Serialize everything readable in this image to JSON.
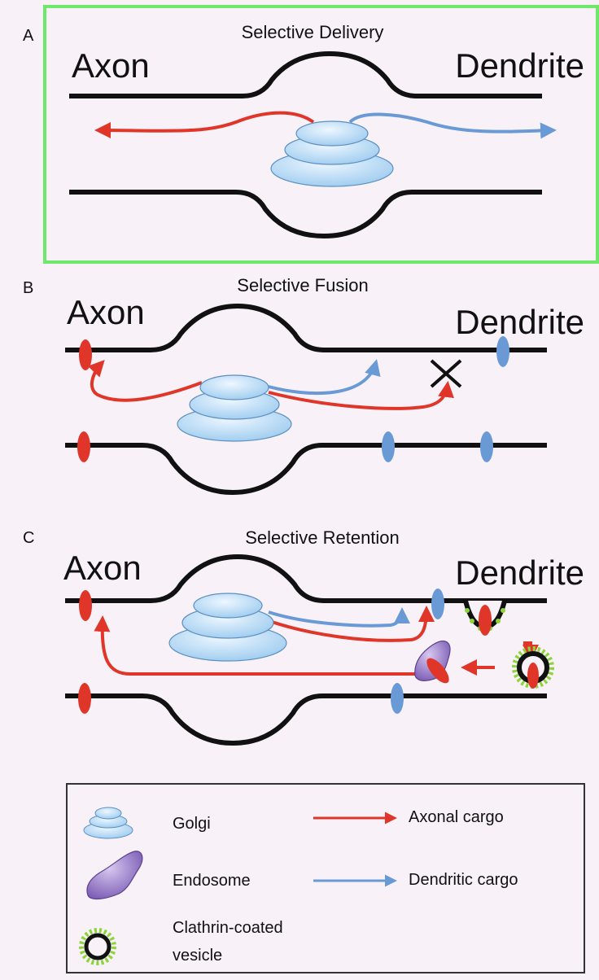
{
  "panels": [
    {
      "letter": "A",
      "title": "Selective Delivery",
      "left_label": "Axon",
      "right_label": "Dendrite"
    },
    {
      "letter": "B",
      "title": "Selective Fusion",
      "left_label": "Axon",
      "right_label": "Dendrite"
    },
    {
      "letter": "C",
      "title": "Selective Retention",
      "left_label": "Axon",
      "right_label": "Dendrite"
    }
  ],
  "legend": {
    "golgi": "Golgi",
    "endosome": "Endosome",
    "vesicle_line1": "Clathrin-coated",
    "vesicle_line2": "vesicle",
    "axonal": "Axonal cargo",
    "dendritic": "Dendritic cargo"
  },
  "colors": {
    "axonal_cargo": "#e0362a",
    "dendritic_cargo": "#6a9ad6",
    "golgi": "#b7d8f2",
    "endosome": "#8a6fc0",
    "vesicle_coat": "#8bd43a",
    "highlight_border": "#6ee86a",
    "membrane": "#111111"
  }
}
